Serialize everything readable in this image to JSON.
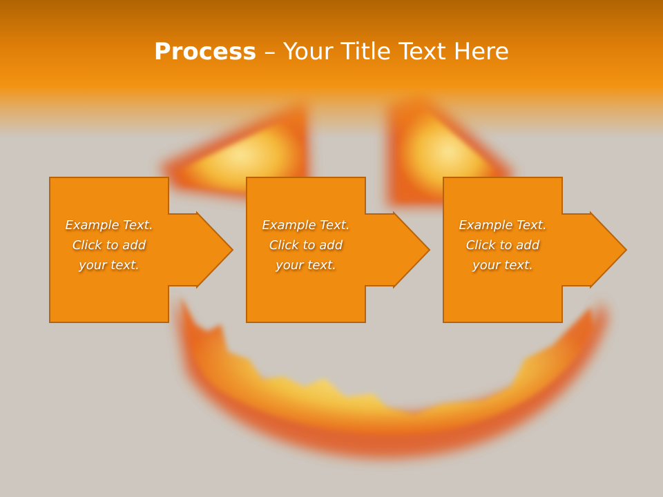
{
  "slide": {
    "title_bold": "Process",
    "title_rest": " – Your Title Text Here"
  },
  "steps": [
    {
      "line1": "Example Text.",
      "line2": "Click  to add",
      "line3": "your text."
    },
    {
      "line1": "Example Text.",
      "line2": "Click  to add",
      "line3": "your text."
    },
    {
      "line1": "Example Text.",
      "line2": "Click  to add",
      "line3": "your text."
    }
  ],
  "colors": {
    "accent": "#f08c0f",
    "accent_border": "#b8620a",
    "background": "#cdc7bf",
    "title_text": "#ffffff"
  },
  "icons": [
    "arrow-right-icon"
  ]
}
